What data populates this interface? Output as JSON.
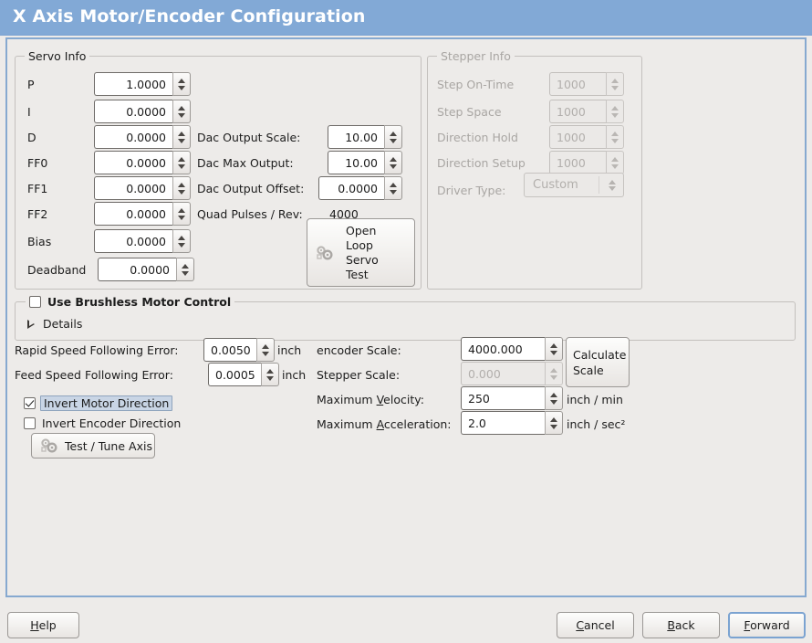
{
  "window": {
    "title": "X Axis Motor/Encoder Configuration"
  },
  "theme": {
    "header_bg": "#82a9d6",
    "header_fg": "#ffffff",
    "page_bg": "#edebe9",
    "frame_border": "#86a9d0",
    "field_bg": "#ffffff",
    "disabled_fg": "#a9a6a3",
    "selection_bg": "#c9d5e5",
    "focus_border": "#7ba3d1"
  },
  "servo_info": {
    "caption": "Servo Info",
    "rows": [
      {
        "label": "P",
        "value": "1.0000"
      },
      {
        "label": "I",
        "value": "0.0000"
      },
      {
        "label": "D",
        "value": "0.0000"
      },
      {
        "label": "FF0",
        "value": "0.0000"
      },
      {
        "label": "FF1",
        "value": "0.0000"
      },
      {
        "label": "FF2",
        "value": "0.0000"
      },
      {
        "label": "Bias",
        "value": "0.0000"
      },
      {
        "label": "Deadband",
        "value": "0.0000"
      }
    ],
    "dac": [
      {
        "label": "Dac Output Scale:",
        "value": "10.00"
      },
      {
        "label": "Dac Max Output:",
        "value": "10.00"
      },
      {
        "label": "Dac Output Offset:",
        "value": "0.0000"
      }
    ],
    "quad_pulses": {
      "label": "Quad Pulses / Rev:",
      "value": "4000"
    },
    "open_loop_button": {
      "label": "Open\nLoop\nServo\nTest",
      "lines": [
        "Open",
        "Loop",
        "Servo",
        "Test"
      ],
      "icon": "gears-icon"
    }
  },
  "stepper_info": {
    "caption": "Stepper Info",
    "disabled": true,
    "rows": [
      {
        "label": "Step On-Time",
        "value": "1000"
      },
      {
        "label": "Step Space",
        "value": "1000"
      },
      {
        "label": "Direction Hold",
        "value": "1000"
      },
      {
        "label": "Direction Setup",
        "value": "1000"
      }
    ],
    "driver_type": {
      "label": "Driver Type:",
      "value": "Custom"
    }
  },
  "brushless": {
    "checkbox_label": "Use Brushless Motor Control",
    "checked": false,
    "details_label": "Details",
    "expanded": false
  },
  "tuning": {
    "rapid_error": {
      "label": "Rapid Speed Following Error:",
      "value": "0.0050",
      "unit": "inch"
    },
    "feed_error": {
      "label": "Feed Speed Following Error:",
      "value": "0.0005",
      "unit": "inch"
    },
    "invert_motor": {
      "label": "Invert Motor Direction",
      "checked": true,
      "focused": true
    },
    "invert_encoder": {
      "label": "Invert Encoder Direction",
      "checked": false,
      "focused": false
    },
    "test_tune_button": {
      "label": "Test / Tune Axis",
      "icon": "gears-icon"
    }
  },
  "scales": {
    "encoder_scale": {
      "label": "encoder Scale:",
      "value": "4000.000",
      "disabled": false
    },
    "stepper_scale": {
      "label": "Stepper Scale:",
      "value": "0.000",
      "disabled": true
    },
    "max_velocity": {
      "label_pre": "Maximum ",
      "label_mnemonic": "V",
      "label_post": "elocity:",
      "value": "250",
      "unit": "inch / min"
    },
    "max_accel": {
      "label_pre": "Maximum ",
      "label_mnemonic": "A",
      "label_post": "cceleration:",
      "value": "2.0",
      "unit": "inch / sec²"
    },
    "calculate_button": {
      "lines": [
        "Calculate",
        "Scale"
      ]
    }
  },
  "footer": {
    "help": {
      "pre": "",
      "mnemonic": "H",
      "post": "elp"
    },
    "cancel": {
      "pre": "",
      "mnemonic": "C",
      "post": "ancel"
    },
    "back": {
      "pre": "",
      "mnemonic": "B",
      "post": "ack"
    },
    "forward": {
      "pre": "",
      "mnemonic": "F",
      "post": "orward",
      "focused": true
    }
  }
}
